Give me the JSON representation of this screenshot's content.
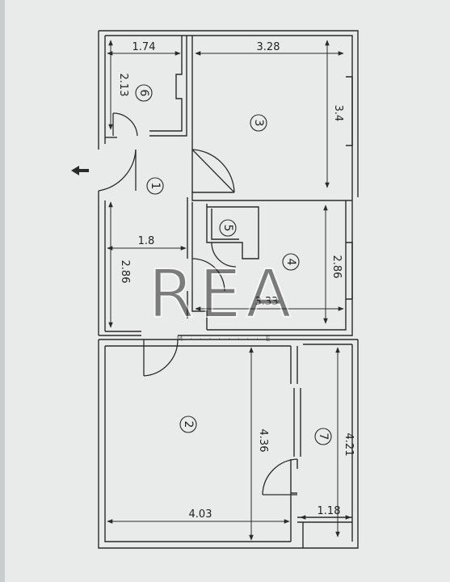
{
  "floorplan": {
    "watermark": {
      "brand": "REA",
      "tagline": "M · · · · · · · · E"
    },
    "rooms": [
      {
        "id": "room-1",
        "number": "1"
      },
      {
        "id": "room-2",
        "number": "2"
      },
      {
        "id": "room-3",
        "number": "3"
      },
      {
        "id": "room-4",
        "number": "4"
      },
      {
        "id": "room-5",
        "number": "5"
      },
      {
        "id": "room-6",
        "number": "6"
      },
      {
        "id": "room-7",
        "number": "7"
      }
    ],
    "dimensions": {
      "room6_width": "1.74",
      "room6_height": "2.13",
      "room3_width": "3.28",
      "room3_height": "3.4",
      "hall_width": "1.8",
      "hall_height": "2.86",
      "room4_width": "3.33",
      "room4_height": "2.86",
      "room2_width": "4.03",
      "room2_height": "4.36",
      "room7_width": "1.18",
      "room7_height": "4.21"
    },
    "colors": {
      "background": "#c9cccd",
      "paper": "#e9eaea",
      "ink": "#2a2a2a"
    },
    "icons": {
      "entrance": "entrance-arrow-icon"
    }
  }
}
